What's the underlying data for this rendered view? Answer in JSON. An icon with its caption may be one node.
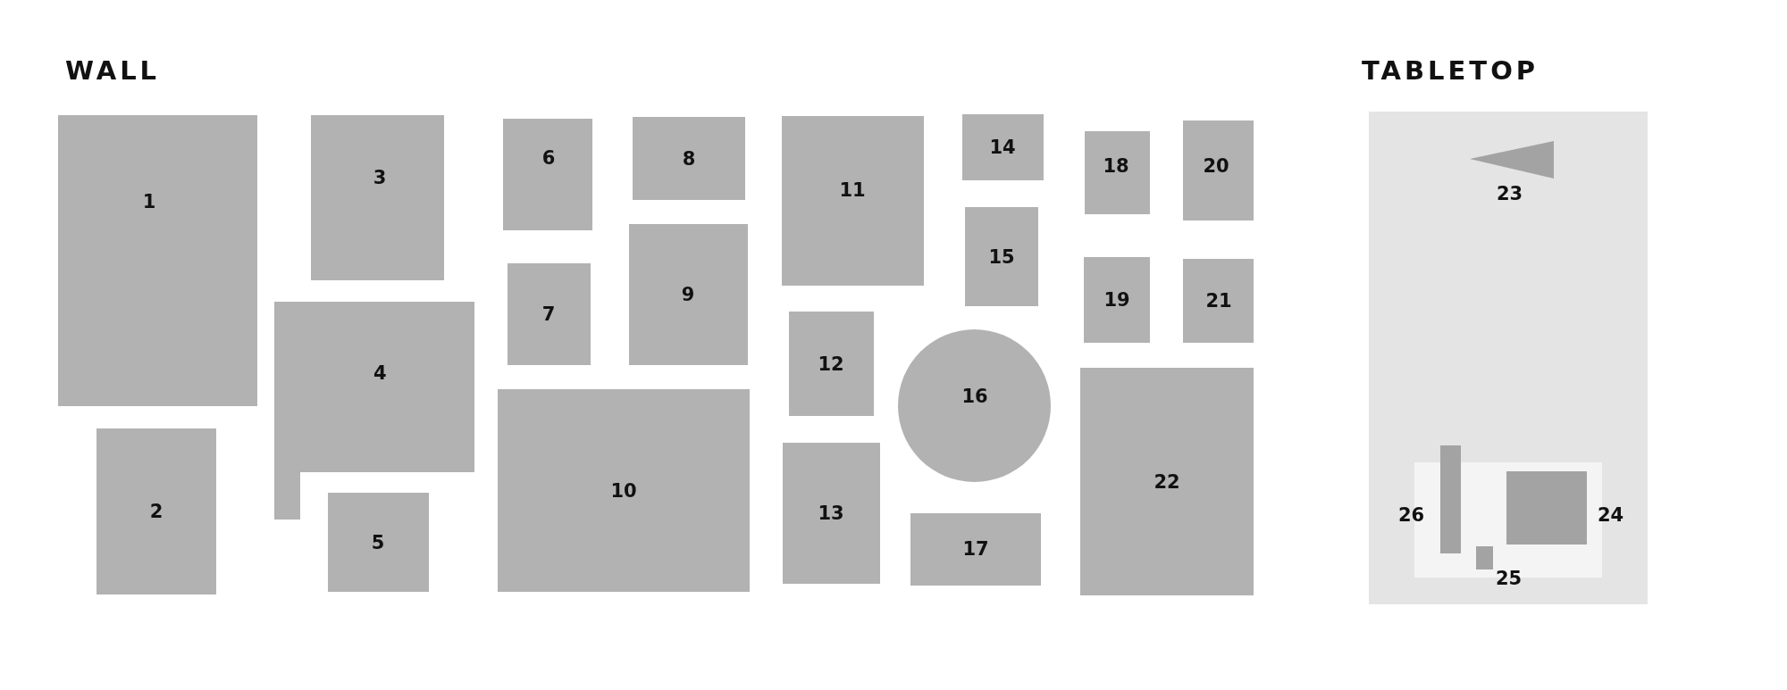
{
  "diagram": {
    "nodes": [
      {
        "text": [
          "1"
        ]
      },
      {
        "text": [
          "2"
        ]
      },
      {
        "text": [
          "3"
        ]
      },
      {
        "text": [
          "4"
        ]
      },
      {
        "text": [
          "5"
        ]
      },
      {
        "text": [
          "6"
        ]
      },
      {
        "text": [
          "7"
        ]
      },
      {
        "text": [
          "8"
        ]
      },
      {
        "text": [
          "9"
        ]
      },
      {
        "text": [
          "10"
        ]
      },
      {
        "text": [
          "11"
        ]
      },
      {
        "text": [
          "12"
        ]
      },
      {
        "text": [
          "13"
        ]
      },
      {
        "text": [
          "14"
        ]
      },
      {
        "text": [
          "15"
        ]
      },
      {
        "text": [
          "16"
        ]
      },
      {
        "text": [
          "17"
        ]
      },
      {
        "text": [
          "18"
        ]
      },
      {
        "text": [
          "19"
        ]
      },
      {
        "text": [
          "20"
        ]
      },
      {
        "text": [
          "21"
        ]
      },
      {
        "text": [
          "22"
        ]
      },
      {
        "text": [
          "23"
        ]
      },
      {
        "text": [
          "24"
        ]
      },
      {
        "text": [
          "25"
        ]
      },
      {
        "text": [
          "26"
        ]
      }
    ],
    "labels": [
      "WALL",
      "TABLETOP"
    ]
  }
}
